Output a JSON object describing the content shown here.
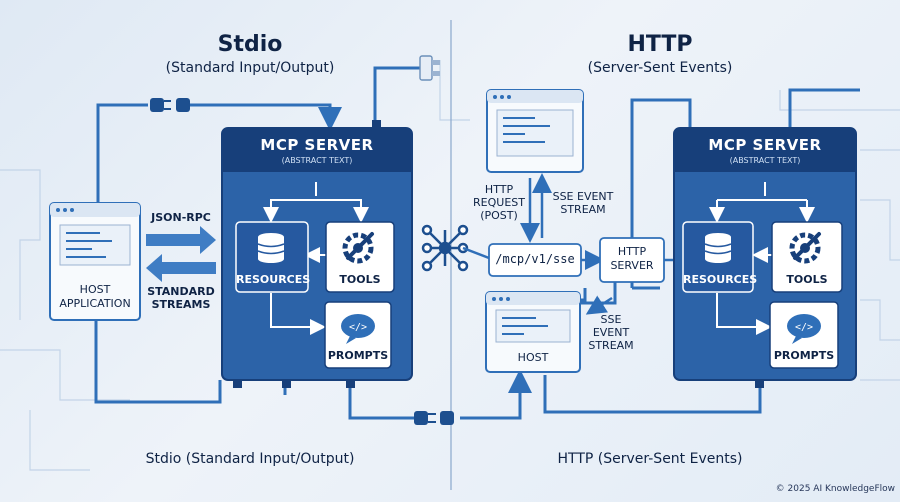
{
  "left": {
    "title": "Stdio",
    "subtitle": "(Standard Input/Output)",
    "server_title": "MCP SERVER",
    "server_subtitle": "(ABSTRACT TEXT)",
    "resources_label": "RESOURCES",
    "tools_label": "TOOLS",
    "prompts_label": "PROMPTS",
    "host_label_line1": "HOST",
    "host_label_line2": "APPLICATION",
    "edge_jsonrpc": "JSON-RPC",
    "edge_streams_line1": "STANDARD",
    "edge_streams_line2": "STREAMS",
    "bottom_label": "Stdio (Standard Input/Output)"
  },
  "right": {
    "title": "HTTP",
    "subtitle": "(Server-Sent Events)",
    "server_title": "MCP SERVER",
    "server_subtitle": "(ABSTRACT TEXT)",
    "resources_label": "RESOURCES",
    "tools_label": "TOOLS",
    "prompts_label": "PROMPTS",
    "http_request_line1": "HTTP",
    "http_request_line2": "REQUEST",
    "http_request_line3": "(POST)",
    "sse_top_line1": "SSE EVENT",
    "sse_top_line2": "STREAM",
    "endpoint": "/mcp/v1/sse",
    "http_server_line1": "HTTP",
    "http_server_line2": "SERVER",
    "sse_bottom_line1": "SSE",
    "sse_bottom_line2": "EVENT",
    "sse_bottom_line3": "STREAM",
    "host_label": "HOST",
    "bottom_label": "HTTP (Server-Sent Events)"
  },
  "copyright": "© 2025 AI KnowledgeFlow",
  "colors": {
    "server_fill": "#2c63a8",
    "server_header": "#173f7a",
    "line": "#2f6fb8",
    "card": "#ffffff"
  }
}
